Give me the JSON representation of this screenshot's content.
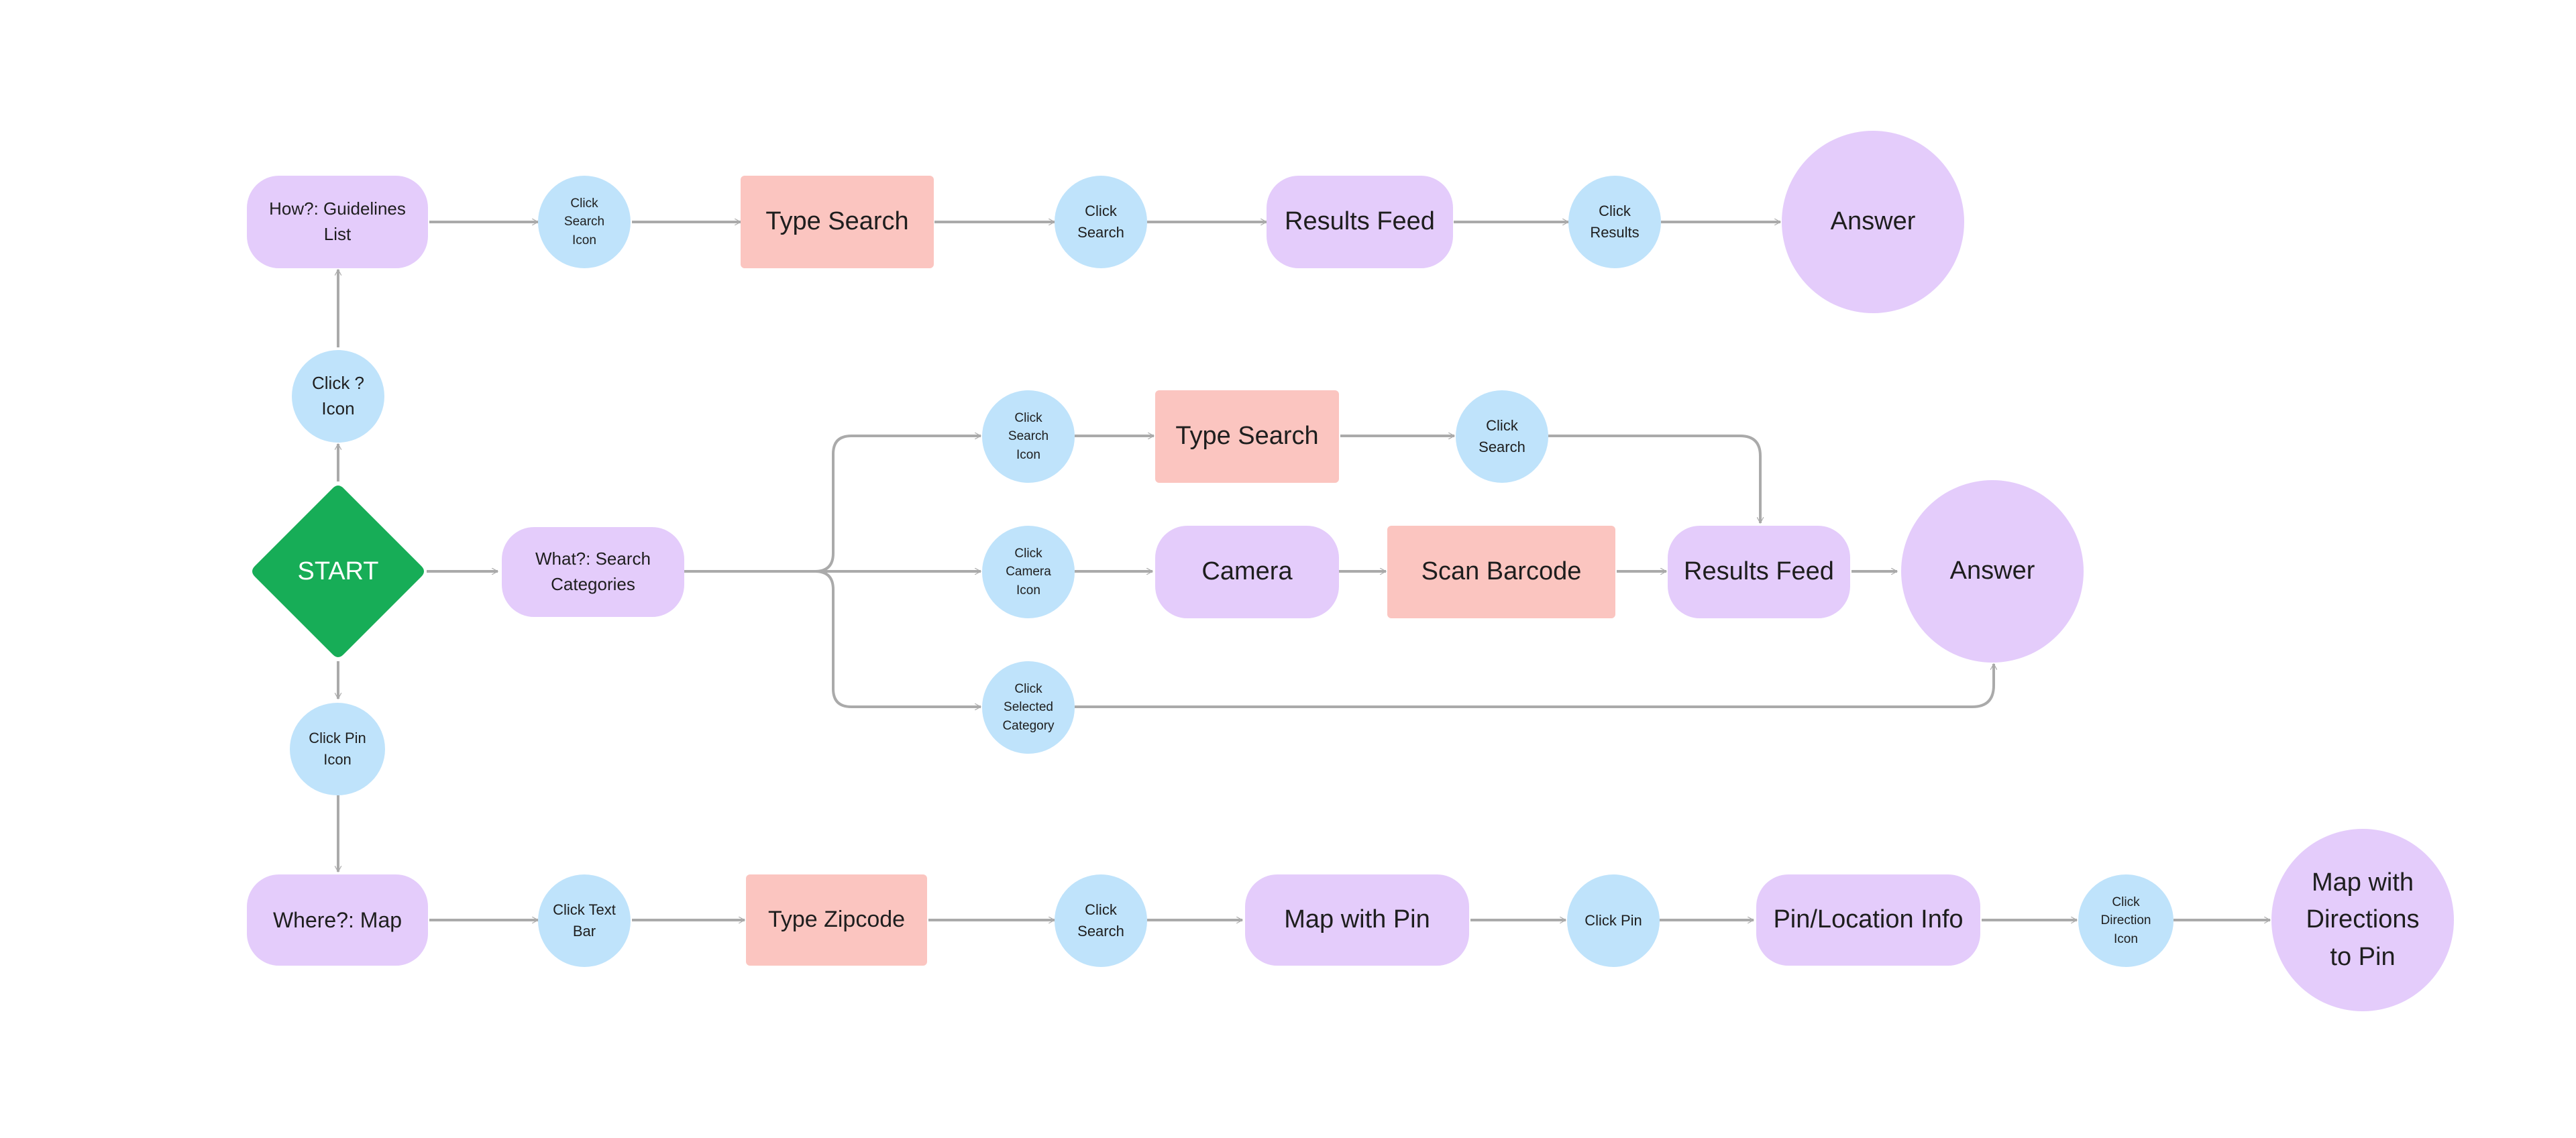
{
  "colors": {
    "pill": "#e4ccfb",
    "box": "#fbc5c0",
    "circle": "#bfe3fb",
    "start": "#17ad57",
    "arrow": "#aaaaaa"
  },
  "start": "START",
  "how": {
    "category": "How?: Guidelines List",
    "click_search_icon": "Click Search Icon",
    "type_search": "Type Search",
    "click_search": "Click Search",
    "results_feed": "Results Feed",
    "click_results": "Click Results",
    "answer": "Answer",
    "click_question_icon": "Click ? Icon"
  },
  "what": {
    "category": "What?: Search Categories",
    "click_search_icon": "Click Search Icon",
    "type_search": "Type Search",
    "click_search": "Click Search",
    "click_camera_icon": "Click Camera Icon",
    "camera": "Camera",
    "scan_barcode": "Scan Barcode",
    "results_feed": "Results Feed",
    "answer": "Answer",
    "click_selected_category": "Click Selected Category"
  },
  "where": {
    "click_pin_icon": "Click Pin Icon",
    "category": "Where?: Map",
    "click_text_bar": "Click Text Bar",
    "type_zipcode": "Type Zipcode",
    "click_search": "Click Search",
    "map_with_pin": "Map with Pin",
    "click_pin": "Click Pin",
    "pin_location_info": "Pin/Location Info",
    "click_direction_icon": "Click Direction Icon",
    "map_with_directions": "Map with Directions to Pin"
  }
}
